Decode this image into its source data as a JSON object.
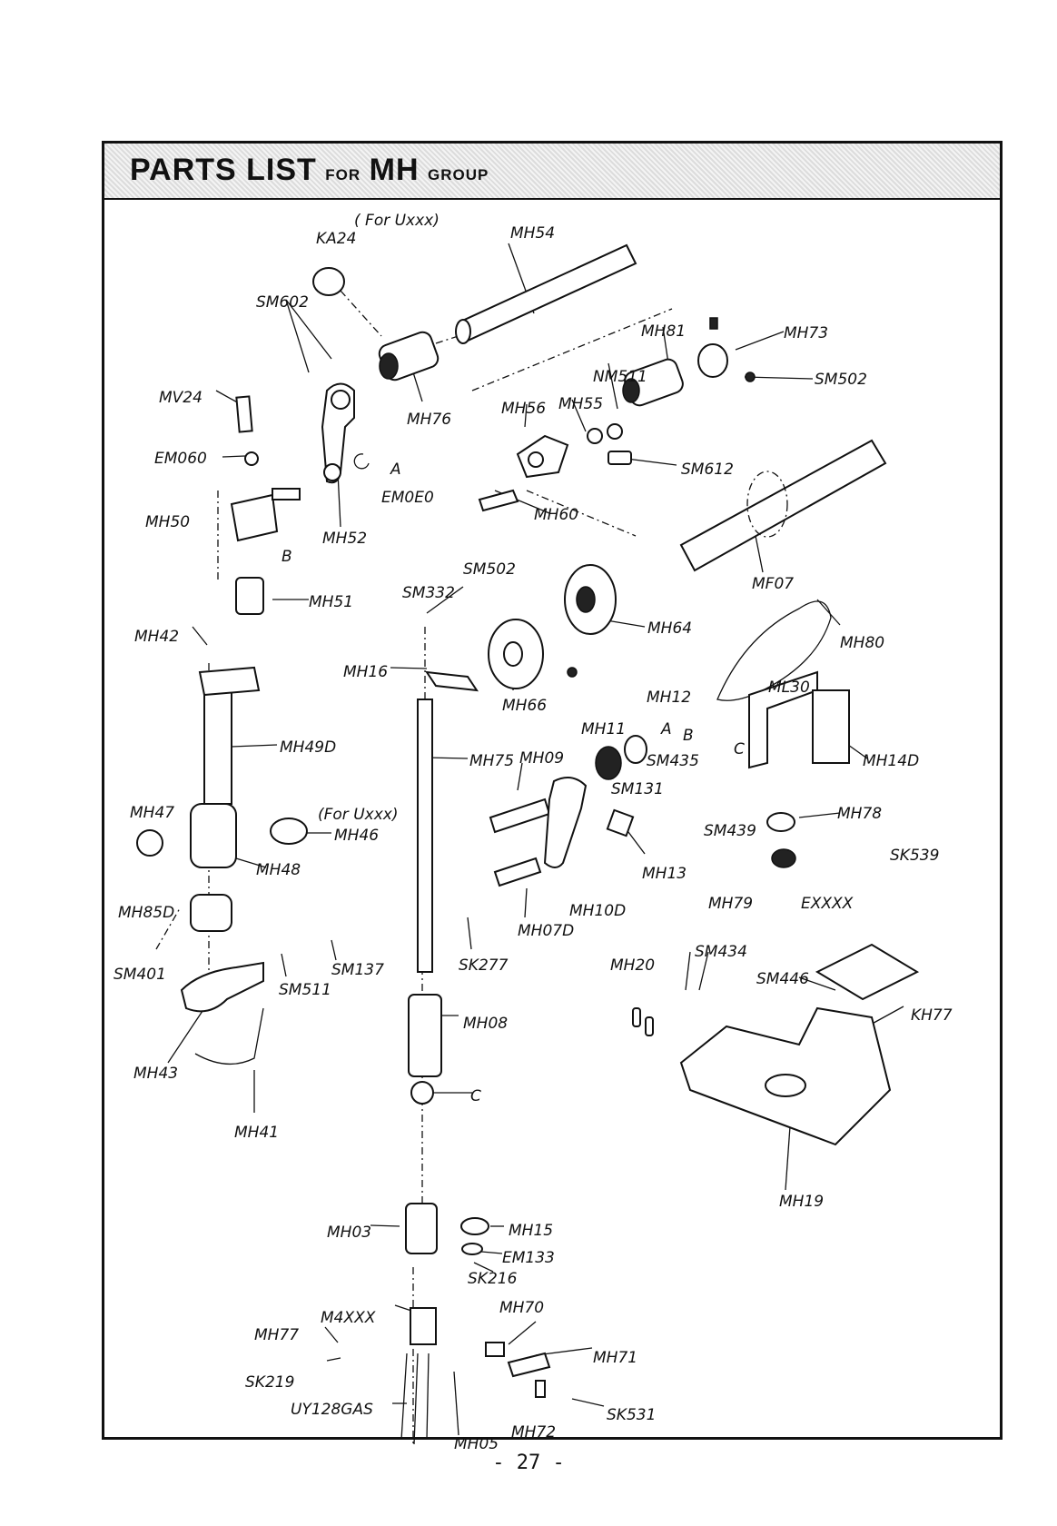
{
  "header": {
    "title_a": "PARTS LIST",
    "title_b": "FOR",
    "title_c": "MH",
    "title_d": "GROUP"
  },
  "page_number": "- 27 -",
  "labels": {
    "ka24": "KA24",
    "for_uxxx": "( For Uxxx)",
    "mh54": "MH54",
    "sm602": "SM602",
    "mv24": "MV24",
    "mh76": "MH76",
    "mh81": "MH81",
    "mh73": "MH73",
    "nm511": "NM511",
    "sm502a": "SM502",
    "mh56": "MH56",
    "mh55": "MH55",
    "em060a": "EM060",
    "em060b": "EM0E0",
    "a1": "A",
    "sm612": "SM612",
    "mh50": "MH50",
    "mh60": "MH60",
    "mh52": "MH52",
    "b1": "B",
    "sm502b": "SM502",
    "mf07": "MF07",
    "mh51": "MH51",
    "sm332": "SM332",
    "mh42": "MH42",
    "mh64": "MH64",
    "mh80": "MH80",
    "mh16": "MH16",
    "mh66": "MH66",
    "mh12": "MH12",
    "ml30": "ML30",
    "mh11": "MH11",
    "a2": "A",
    "b2": "B",
    "c2": "C",
    "mh49d": "MH49D",
    "mh75": "MH75",
    "mh09": "MH09",
    "sm435": "SM435",
    "mh14d": "MH14D",
    "sm131": "SM131",
    "mh47": "MH47",
    "for_uxxx2": "(For Uxxx)",
    "mh78": "MH78",
    "mh46": "MH46",
    "sm439": "SM439",
    "mh48": "MH48",
    "mh13": "MH13",
    "sk539": "SK539",
    "mh85d": "MH85D",
    "mh79": "MH79",
    "exxxx": "EXXXX",
    "mh10d": "MH10D",
    "mh07d": "MH07D",
    "sm401": "SM401",
    "sm137": "SM137",
    "sk277": "SK277",
    "mh20": "MH20",
    "sm434": "SM434",
    "sm511": "SM511",
    "sm446": "SM446",
    "kh77": "KH77",
    "mh08": "MH08",
    "mh43": "MH43",
    "c1": "C",
    "mh41": "MH41",
    "mh19": "MH19",
    "mh03": "MH03",
    "mh15": "MH15",
    "em133": "EM133",
    "sk216": "SK216",
    "m4xxx": "M4XXX",
    "mh70": "MH70",
    "mh77": "MH77",
    "mh71": "MH71",
    "sk219": "SK219",
    "uy128gas": "UY128GAS",
    "sk531": "SK531",
    "mh72": "MH72",
    "mh05": "MH05"
  }
}
